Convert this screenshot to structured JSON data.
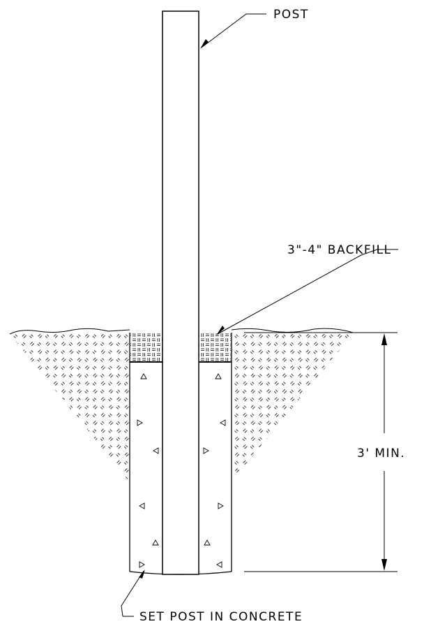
{
  "labels": {
    "post": "POST",
    "backfill": "3\"-4\" BACKFILL",
    "depth": "3' MIN.",
    "concrete": "SET POST IN CONCRETE"
  },
  "colors": {
    "ink": "#000000",
    "paper": "#ffffff"
  }
}
